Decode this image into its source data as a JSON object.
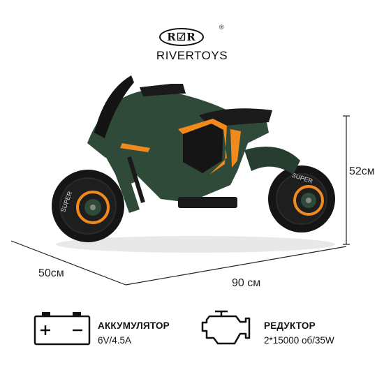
{
  "logo": {
    "mark": "R☑R",
    "registered": "®",
    "brand": "RIVERTOYS"
  },
  "dimensions": {
    "height": "52см",
    "depth": "50см",
    "length": "90 см"
  },
  "specs": {
    "battery": {
      "title": "АККУМУЛЯТОР",
      "value": "6V/4.5A",
      "icon": "battery-icon"
    },
    "gearbox": {
      "title": "РЕДУКТОР",
      "value": "2*15000 об/35W",
      "icon": "engine-icon"
    }
  },
  "product": {
    "body_color": "#2f4a38",
    "accent_color": "#f08a1c",
    "decal_front": "SUPER",
    "decal_rear": "SUPER"
  },
  "colors": {
    "dimension_lines": "#222222"
  }
}
